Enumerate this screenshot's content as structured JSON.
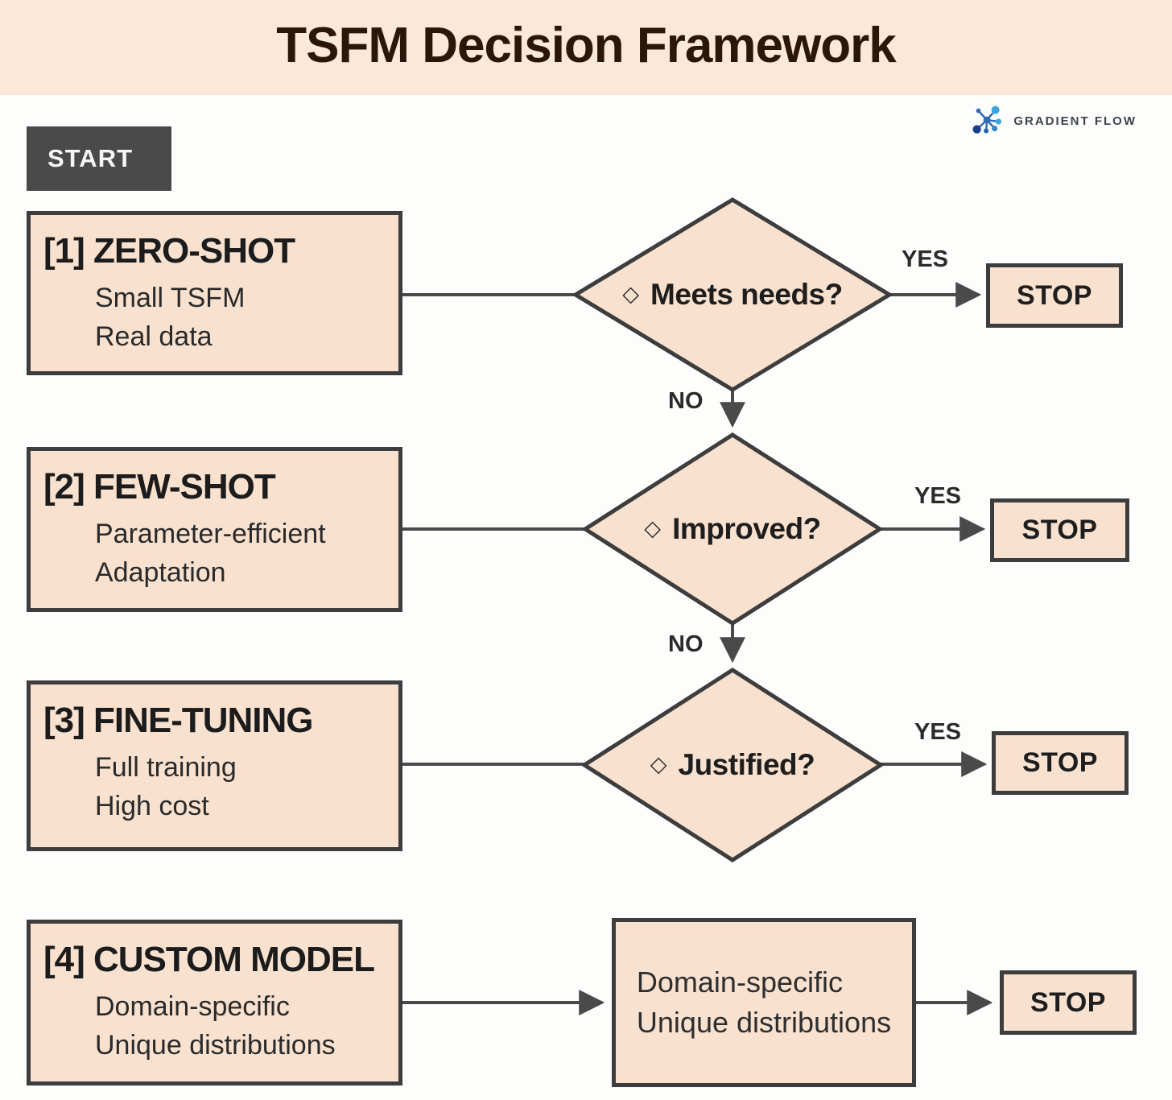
{
  "header": {
    "title": "TSFM Decision Framework"
  },
  "logo": {
    "text": "GRADIENT FLOW"
  },
  "start": {
    "label": "START"
  },
  "steps": [
    {
      "heading": "[1] ZERO-SHOT",
      "lines": [
        "Small TSFM",
        "Real data"
      ]
    },
    {
      "heading": "[2] FEW-SHOT",
      "lines": [
        "Parameter-efficient",
        "Adaptation"
      ]
    },
    {
      "heading": "[3] FINE-TUNING",
      "lines": [
        "Full training",
        "High cost"
      ]
    },
    {
      "heading": "[4] CUSTOM MODEL",
      "lines": [
        "Domain-specific",
        "Unique distributions"
      ]
    }
  ],
  "decisions": [
    {
      "icon": "◇",
      "label": "Meets needs?",
      "yes": "YES",
      "no": "NO"
    },
    {
      "icon": "◇",
      "label": "Improved?",
      "yes": "YES",
      "no": "NO"
    },
    {
      "icon": "◇",
      "label": "Justified?",
      "yes": "YES"
    }
  ],
  "outcome_box": {
    "lines": [
      "Domain-specific",
      "Unique distributions"
    ]
  },
  "stops": [
    "STOP",
    "STOP",
    "STOP",
    "STOP"
  ],
  "colors": {
    "header_bg": "#fbe8d8",
    "node_fill": "#f8e1cf",
    "node_border": "#3d3d3d",
    "connector": "#4a4a4a",
    "start_bg": "#4a4a4a",
    "title_text": "#2a1708",
    "logo_blue_dark": "#1d3e8e",
    "logo_blue_mid": "#2563ae",
    "logo_blue_light": "#38a7de"
  }
}
